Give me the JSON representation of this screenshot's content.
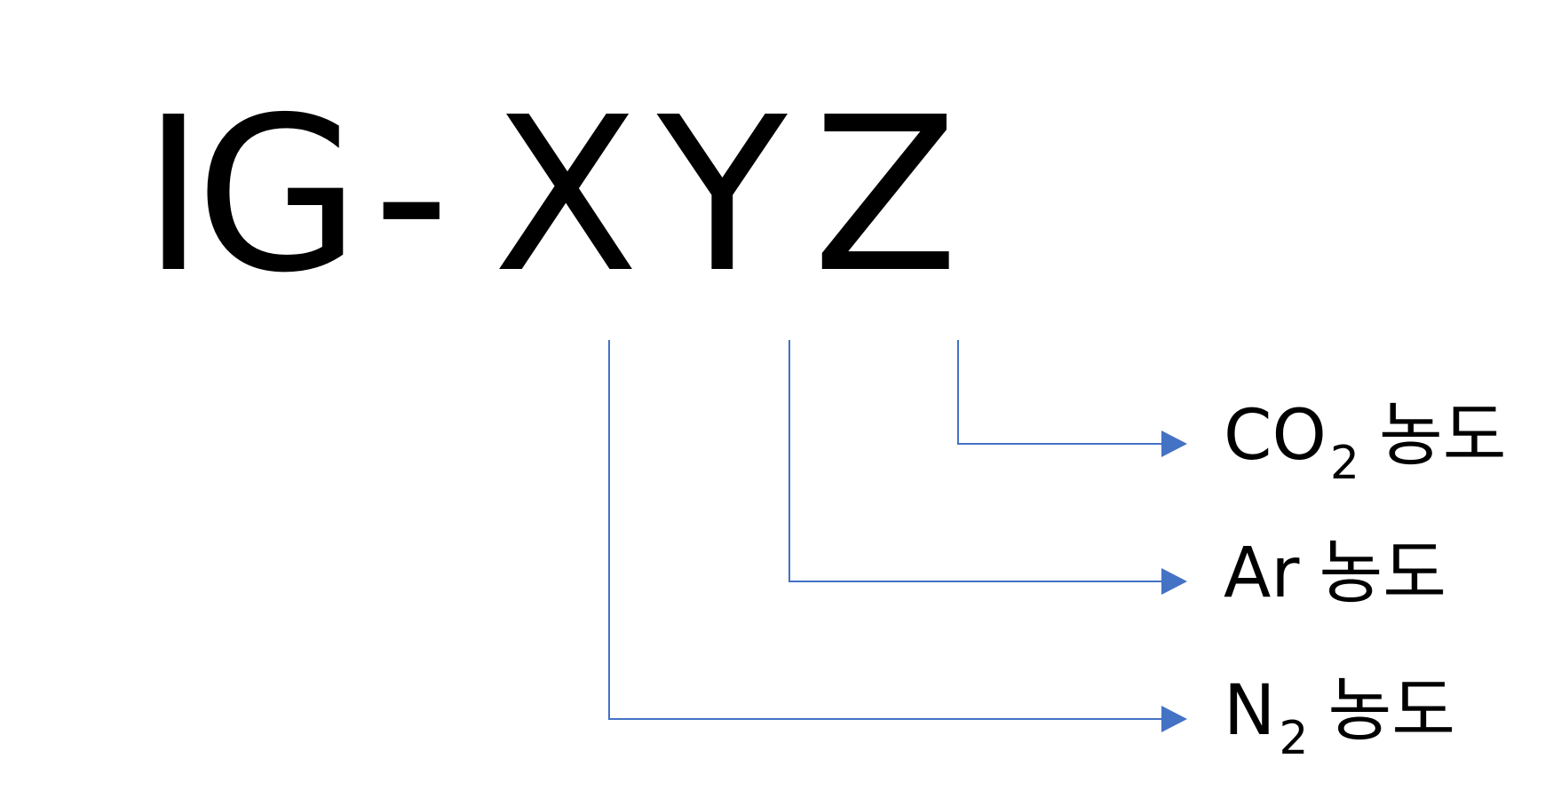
{
  "title": {
    "prefix": "IG",
    "dash": "-",
    "x": "X",
    "y": "Y",
    "z": "Z"
  },
  "labels": [
    {
      "key": "z",
      "base": "CO",
      "sub": "2",
      "word": "농도"
    },
    {
      "key": "y",
      "base": "Ar",
      "sub": "",
      "word": "농도"
    },
    {
      "key": "x",
      "base": "N",
      "sub": "2",
      "word": "농도"
    }
  ],
  "colors": {
    "text": "#000000",
    "connector": "#4472C4",
    "background": "#ffffff"
  }
}
